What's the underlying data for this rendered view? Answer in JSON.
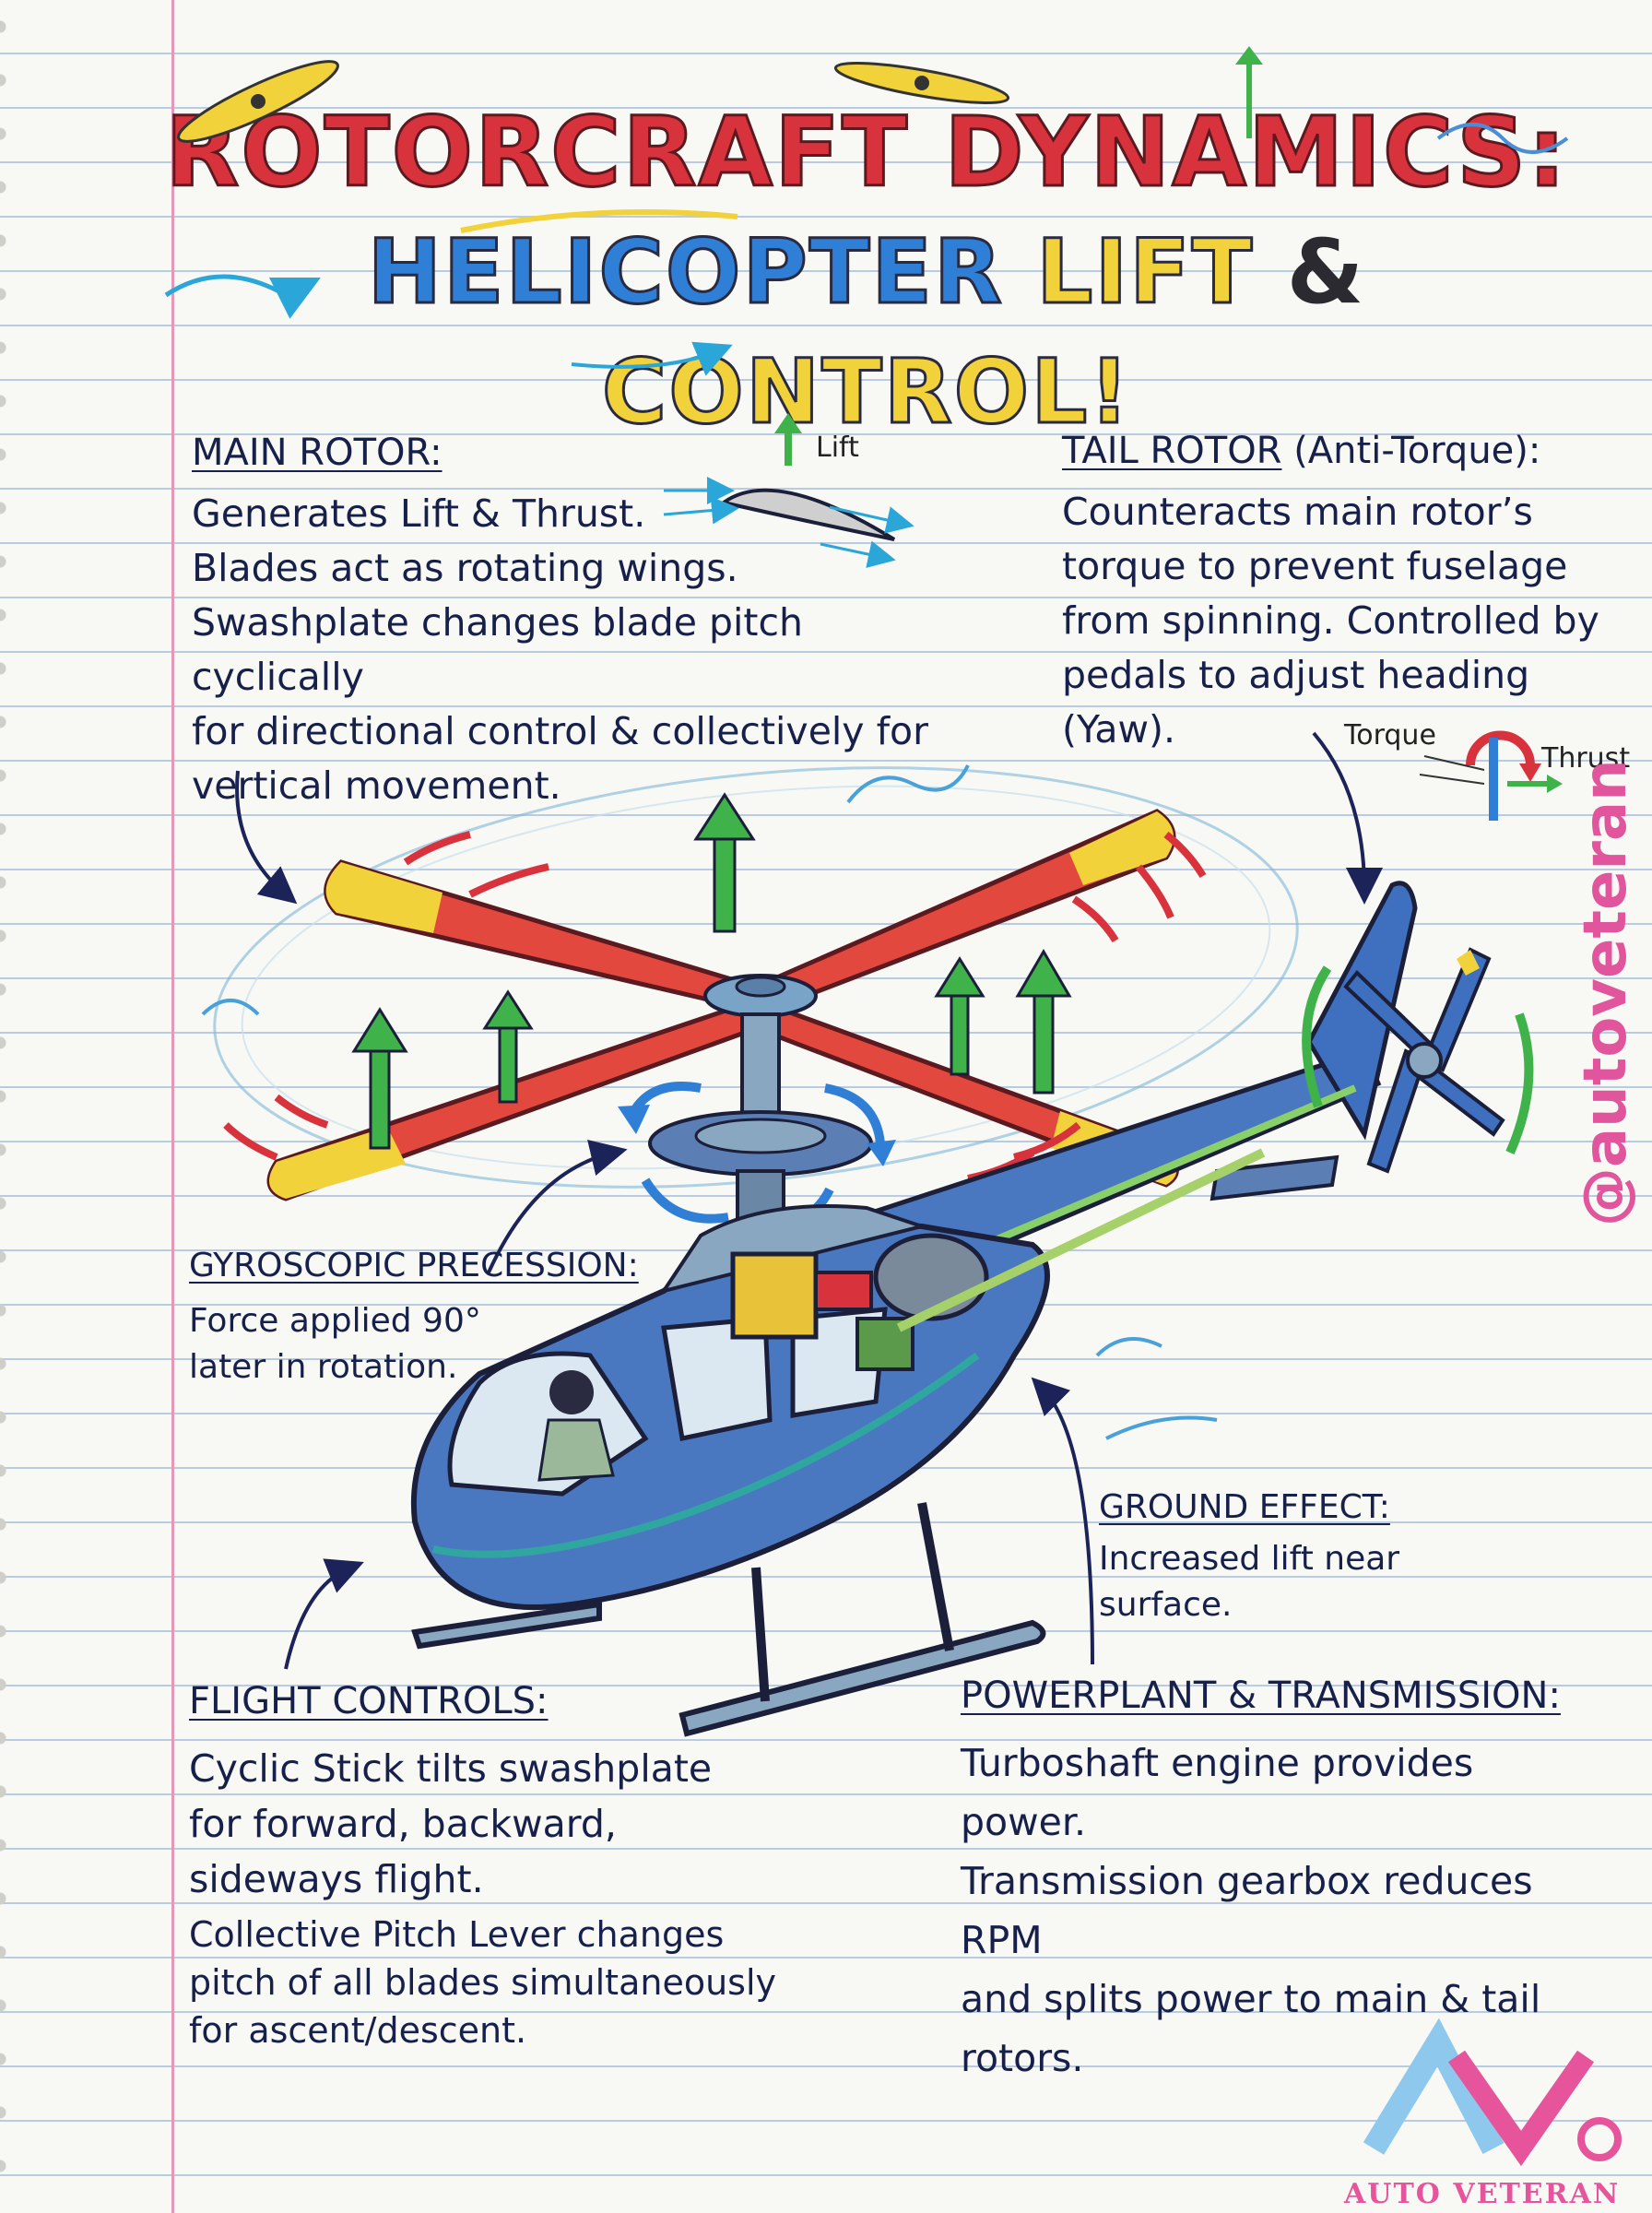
{
  "title": {
    "line1": "ROTORCRAFT DYNAMICS:",
    "line2_part1": "HELICOPTER",
    "line2_part2": "LIFT",
    "line2_part3": "&",
    "line2_part4": "CONTROL!"
  },
  "main_rotor": {
    "heading": "MAIN ROTOR:",
    "lines": [
      "Generates Lift & Thrust.",
      "Blades act as rotating wings.",
      "Swashplate changes blade pitch cyclically",
      "for directional control & collectively for",
      "vertical movement."
    ],
    "airfoil_label": "Lift"
  },
  "tail_rotor": {
    "heading": "TAIL ROTOR",
    "heading_suffix": "(Anti-Torque):",
    "lines": [
      "Counteracts main rotor’s",
      "torque to prevent fuselage",
      "from spinning. Controlled by",
      "pedals to adjust heading (Yaw)."
    ],
    "torque_label": "Torque",
    "thrust_label": "Thrust"
  },
  "gyroscopic": {
    "heading": "GYROSCOPIC PRECESSION:",
    "lines": [
      "Force applied 90°",
      "later in rotation."
    ]
  },
  "ground_effect": {
    "heading": "GROUND EFFECT:",
    "lines": [
      "Increased lift near",
      "surface."
    ]
  },
  "flight_controls": {
    "heading": "FLIGHT CONTROLS:",
    "lines_large": [
      "Cyclic Stick tilts swashplate",
      "for forward, backward,",
      "sideways flight."
    ],
    "lines_small": [
      "Collective Pitch Lever changes",
      "pitch of all blades simultaneously",
      "for ascent/descent."
    ]
  },
  "powerplant": {
    "heading": "POWERPLANT & TRANSMISSION:",
    "lines": [
      "Turboshaft engine provides power.",
      "Transmission gearbox reduces RPM",
      "and splits power to main & tail",
      "rotors."
    ]
  },
  "watermark": "@autoveteran",
  "logo": {
    "text": "AUTO VETERAN"
  },
  "colors": {
    "title_red": "#d8323d",
    "title_blue": "#2f7fd6",
    "title_yellow": "#f2d23a",
    "ink": "#16204a",
    "arrow_green": "#3fb24a",
    "arrow_red": "#d8323d",
    "arrow_blue": "#2f7fd6",
    "watermark_pink": "#e0559c"
  }
}
